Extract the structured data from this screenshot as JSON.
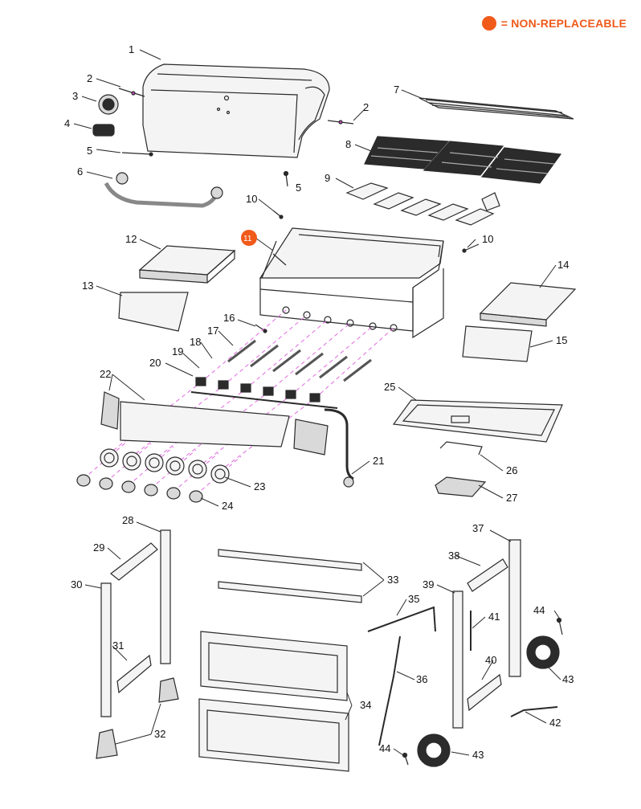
{
  "legend": {
    "text": "= NON-REPLACEABLE",
    "color": "#f05a1a"
  },
  "colors": {
    "line": "#2a2a2a",
    "fill_light": "#f4f4f4",
    "fill_mid": "#d9d9d9",
    "fill_dark": "#2b2b2b",
    "dash": "#e06adf",
    "callout_bg": "#f05a1a"
  },
  "callouts": {
    "c1": "1",
    "c2a": "2",
    "c2b": "2",
    "c3": "3",
    "c4": "4",
    "c5a": "5",
    "c5b": "5",
    "c6": "6",
    "c7": "7",
    "c8": "8",
    "c9": "9",
    "c10a": "10",
    "c10b": "10",
    "c11": "11",
    "c12": "12",
    "c13": "13",
    "c14": "14",
    "c15": "15",
    "c16": "16",
    "c17": "17",
    "c18": "18",
    "c19": "19",
    "c20": "20",
    "c21": "21",
    "c22": "22",
    "c23": "23",
    "c24": "24",
    "c25": "25",
    "c26": "26",
    "c27": "27",
    "c28": "28",
    "c29": "29",
    "c30": "30",
    "c31": "31",
    "c32": "32",
    "c33": "33",
    "c34": "34",
    "c35": "35",
    "c36": "36",
    "c37": "37",
    "c38": "38",
    "c39": "39",
    "c40": "40",
    "c41": "41",
    "c42": "42",
    "c43a": "43",
    "c43b": "43",
    "c44a": "44",
    "c44b": "44"
  }
}
